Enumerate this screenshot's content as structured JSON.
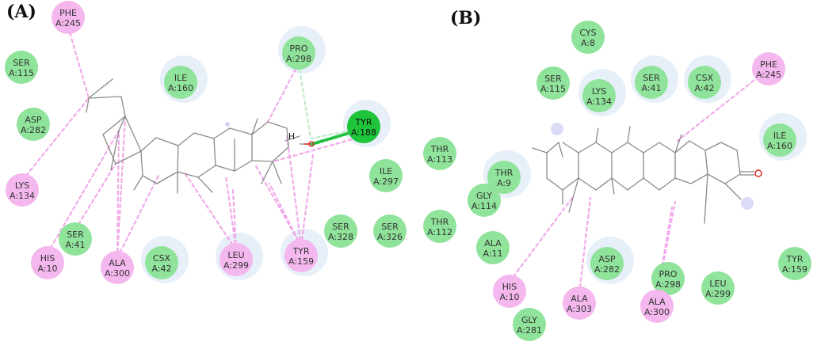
{
  "colors": {
    "vdw": "#8fe39a",
    "alkyl": "#f4b7ee",
    "hbond_strong": "#1ec43a",
    "halo": "#e3ecf8",
    "alkyl_line": "#f2a9ea",
    "hbond_line": "#20c040",
    "weak_hbond_line": "#bfeccb",
    "bond": "#8a8a8a",
    "oxygen": "#e02020"
  },
  "panels": [
    {
      "label": "(A)",
      "atom_label": "H",
      "residues": [
        {
          "l1": "PHE",
          "l2": "A:245",
          "type": "alkyl"
        },
        {
          "l1": "SER",
          "l2": "A:115",
          "type": "vdw"
        },
        {
          "l1": "ASP",
          "l2": "A:282",
          "type": "vdw"
        },
        {
          "l1": "LYS",
          "l2": "A:134",
          "type": "alkyl"
        },
        {
          "l1": "ILE",
          "l2": "A:160",
          "type": "vdw",
          "halo": true
        },
        {
          "l1": "PRO",
          "l2": "A:298",
          "type": "vdw",
          "halo": true
        },
        {
          "l1": "TYR",
          "l2": "A:188",
          "type": "hbond",
          "halo": true
        },
        {
          "l1": "THR",
          "l2": "A:113",
          "type": "vdw"
        },
        {
          "l1": "ILE",
          "l2": "A:297",
          "type": "vdw"
        },
        {
          "l1": "THR",
          "l2": "A:112",
          "type": "vdw"
        },
        {
          "l1": "SER",
          "l2": "A:328",
          "type": "vdw"
        },
        {
          "l1": "SER",
          "l2": "A:326",
          "type": "vdw"
        },
        {
          "l1": "SER",
          "l2": "A:41",
          "type": "vdw"
        },
        {
          "l1": "HIS",
          "l2": "A:10",
          "type": "alkyl"
        },
        {
          "l1": "ALA",
          "l2": "A:300",
          "type": "alkyl"
        },
        {
          "l1": "CSX",
          "l2": "A:42",
          "type": "vdw",
          "halo": true
        },
        {
          "l1": "LEU",
          "l2": "A:299",
          "type": "alkyl",
          "halo": true
        },
        {
          "l1": "TYR",
          "l2": "A:159",
          "type": "alkyl",
          "halo": true
        }
      ]
    },
    {
      "label": "(B)",
      "residues": [
        {
          "l1": "CYS",
          "l2": "A:8",
          "type": "vdw"
        },
        {
          "l1": "SER",
          "l2": "A:115",
          "type": "vdw"
        },
        {
          "l1": "LYS",
          "l2": "A:134",
          "type": "vdw",
          "halo": true
        },
        {
          "l1": "SER",
          "l2": "A:41",
          "type": "vdw",
          "halo": true
        },
        {
          "l1": "CSX",
          "l2": "A:42",
          "type": "vdw",
          "halo": true
        },
        {
          "l1": "PHE",
          "l2": "A:245",
          "type": "alkyl"
        },
        {
          "l1": "ILE",
          "l2": "A:160",
          "type": "vdw",
          "halo": true
        },
        {
          "l1": "THR",
          "l2": "A:9",
          "type": "vdw",
          "halo": true
        },
        {
          "l1": "GLY",
          "l2": "A:114",
          "type": "vdw"
        },
        {
          "l1": "ALA",
          "l2": "A:11",
          "type": "vdw"
        },
        {
          "l1": "ASP",
          "l2": "A:282",
          "type": "vdw",
          "halo": true
        },
        {
          "l1": "PRO",
          "l2": "A:298",
          "type": "vdw"
        },
        {
          "l1": "LEU",
          "l2": "A:299",
          "type": "vdw"
        },
        {
          "l1": "TYR",
          "l2": "A:159",
          "type": "vdw"
        },
        {
          "l1": "HIS",
          "l2": "A:10",
          "type": "alkyl"
        },
        {
          "l1": "ALA",
          "l2": "A:303",
          "type": "alkyl"
        },
        {
          "l1": "ALA",
          "l2": "A:300",
          "type": "alkyl"
        },
        {
          "l1": "GLY",
          "l2": "A:281",
          "type": "vdw"
        }
      ]
    }
  ]
}
